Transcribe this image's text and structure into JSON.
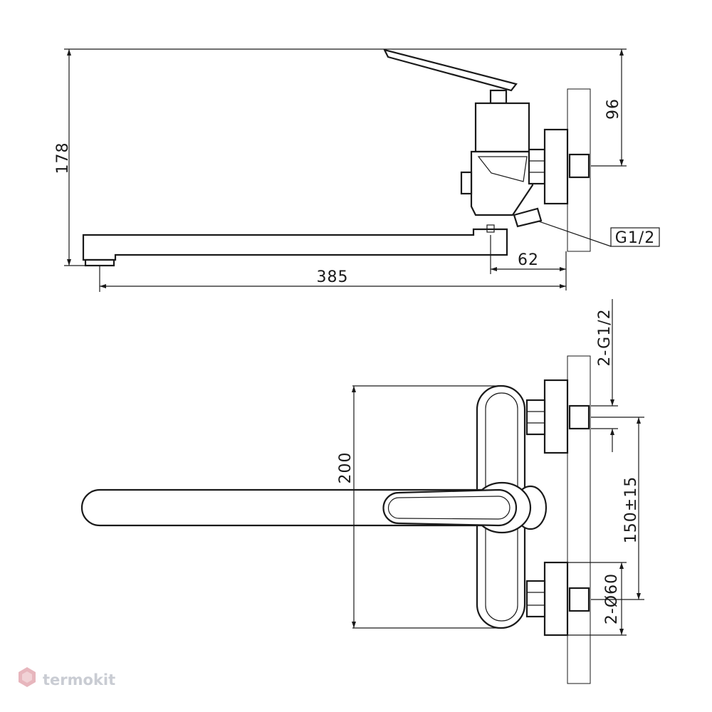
{
  "dimensions": {
    "total_height": "178",
    "handle_to_inlet": "96",
    "thread_label": "G1/2",
    "outlet_offset": "62",
    "spout_length": "385",
    "inlets_thread": "2-G1/2",
    "inlet_spacing": "150±15",
    "handle_height": "200",
    "flange_diameter": "2-Ø60"
  },
  "brand": {
    "name": "termokit",
    "icon": "hexagon-logo-icon",
    "color": "#c9ccd3",
    "accent": "#e7b6bd"
  }
}
